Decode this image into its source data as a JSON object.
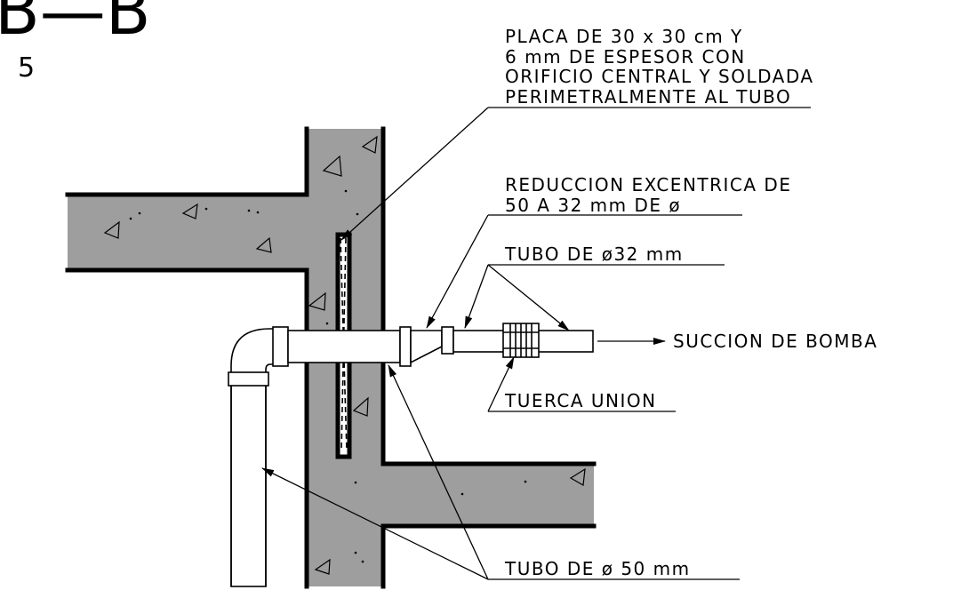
{
  "title": {
    "section": "B—B",
    "number": "5"
  },
  "labels": {
    "placa": [
      "PLACA DE 30 x 30 cm Y",
      "6 mm DE ESPESOR CON",
      "ORIFICIO CENTRAL Y SOLDADA",
      "PERIMETRALMENTE AL TUBO"
    ],
    "reduccion": [
      "REDUCCION EXCENTRICA DE",
      "50 A 32 mm DE ø"
    ],
    "tubo32": "TUBO DE ø32 mm",
    "succion": "SUCCION DE BOMBA",
    "tuerca": "TUERCA UNION",
    "tubo50": "TUBO DE ø 50 mm"
  },
  "colors": {
    "concrete": "#9e9e9e",
    "line": "#000000",
    "background": "#ffffff"
  }
}
